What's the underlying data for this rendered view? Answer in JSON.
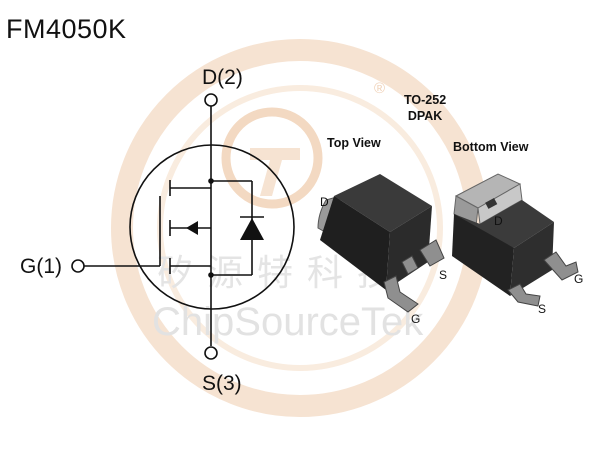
{
  "title": "FM4050K",
  "schematic": {
    "drain_label": "D(2)",
    "gate_label": "G(1)",
    "source_label": "S(3)"
  },
  "package": {
    "name": "TO-252",
    "alt_name": "DPAK",
    "top_view": {
      "label": "Top View",
      "pins": {
        "d": "D",
        "s": "S",
        "g": "G"
      }
    },
    "bottom_view": {
      "label": "Bottom View",
      "pins": {
        "d": "D",
        "s": "S",
        "g": "G"
      }
    }
  },
  "watermark": {
    "mark": "®",
    "cn_text": "矽源特科技",
    "en_text": "ChipSourceTek"
  },
  "colors": {
    "watermark": "#f3d9c2",
    "watermark_text": "#dcdcdc",
    "package_body": "#2b2b2b",
    "package_metal": "#8a8a8a",
    "line": "#111111"
  }
}
